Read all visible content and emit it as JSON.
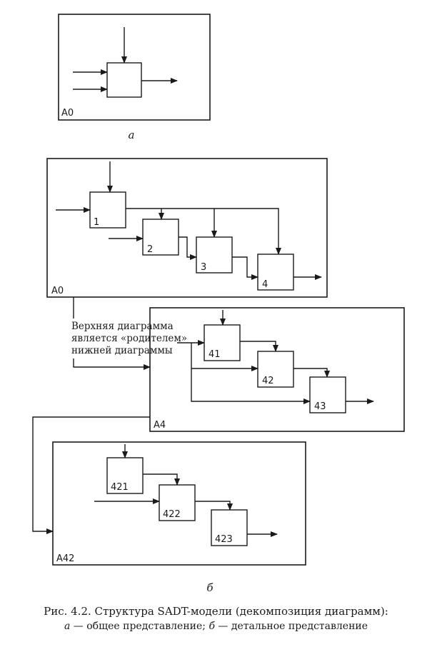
{
  "figure_a": {
    "frame_label": "A0",
    "sublabel": "а"
  },
  "figure_b": {
    "sublabel": "б",
    "frame_a0": {
      "label": "A0",
      "boxes": [
        "1",
        "2",
        "3",
        "4"
      ]
    },
    "frame_a4": {
      "label": "A4",
      "boxes": [
        "41",
        "42",
        "43"
      ]
    },
    "frame_a42": {
      "label": "A42",
      "boxes": [
        "421",
        "422",
        "423"
      ]
    },
    "annotation": [
      "Верхняя диаграмма",
      "является «родителем»",
      "нижней диаграммы"
    ]
  },
  "caption": {
    "line1": "Рис. 4.2. Структура SADT-модели (декомпозиция диаграмм):",
    "line2_a_letter": "а",
    "line2_a_text": " — общее представление; ",
    "line2_b_letter": "б",
    "line2_b_text": " — детальное представление"
  }
}
